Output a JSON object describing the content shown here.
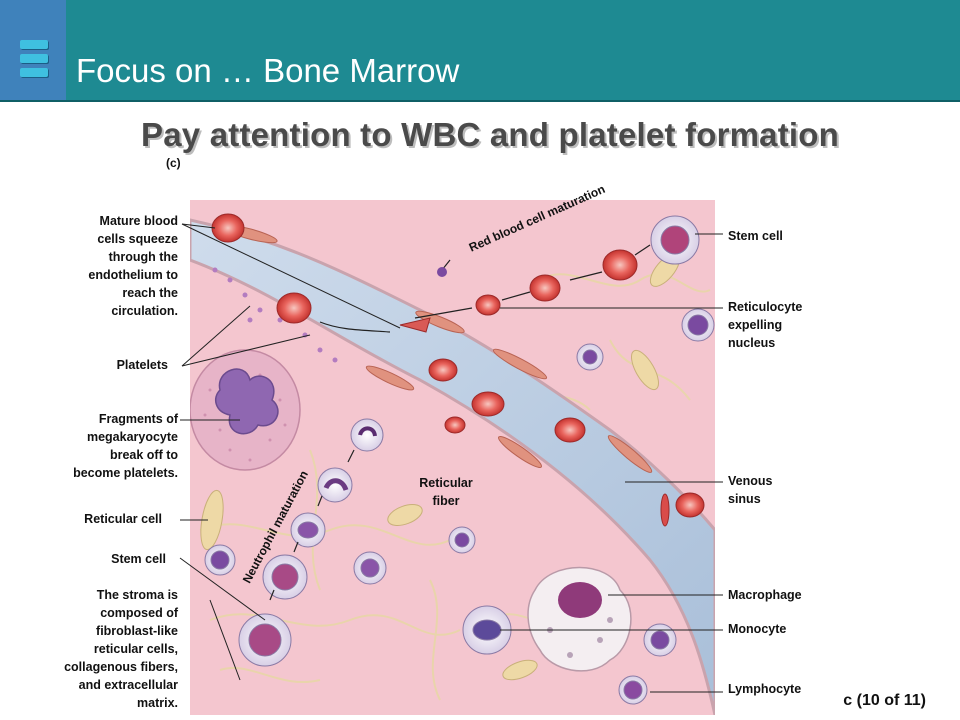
{
  "header": {
    "title": "Focus on … Bone Marrow"
  },
  "subtitle": "Pay attention to WBC and platelet formation",
  "panel_label": "(c)",
  "labels_left": {
    "mature_cells": "Mature blood\ncells squeeze\nthrough the\nendothelium to\nreach the\ncirculation.",
    "platelets": "Platelets",
    "fragments": "Fragments of\nmegakaryocyte\nbreak off to\nbecome platelets.",
    "reticular_cell": "Reticular cell",
    "stem_cell": "Stem cell",
    "stroma": "The stroma is\ncomposed of\nfibroblast-like\nreticular cells,\ncollagenous fibers,\nand extracellular\nmatrix."
  },
  "labels_right": {
    "stem_cell": "Stem   cell",
    "reticulocyte": "Reticulocyte\nexpelling\nnucleus",
    "venous_sinus": "Venous\nsinus",
    "macrophage": "Macrophage",
    "monocyte": "Monocyte",
    "lymphocyte": "Lymphocyte"
  },
  "labels_inner": {
    "reticular_fiber": "Reticular\nfiber",
    "rbc_maturation": "Red blood cell maturation",
    "neutrophil_maturation": "Neutrophil maturation"
  },
  "footer_ref": "c (10 of 11)",
  "colors": {
    "header_bg": "#1e8a92",
    "header_left": "#3f82bb",
    "tissue": "#f4c6cf",
    "sinus": "#b9cbe0"
  }
}
